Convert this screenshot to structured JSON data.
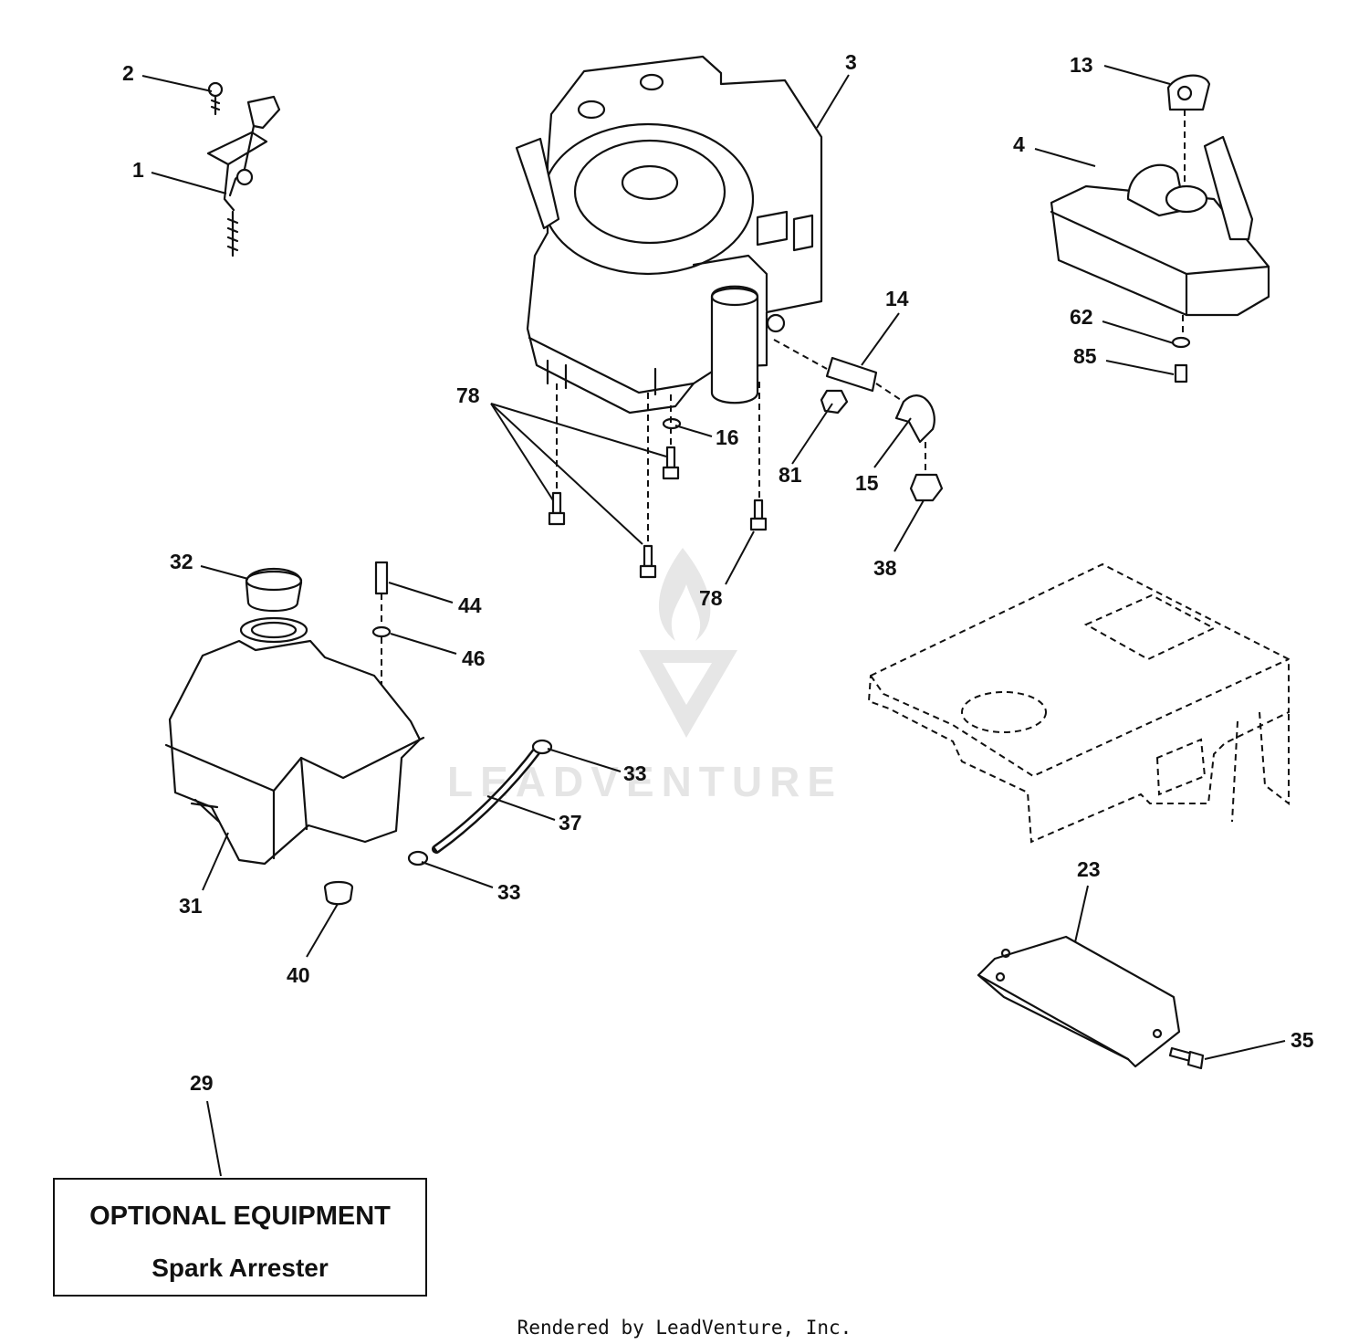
{
  "callouts": [
    "1",
    "2",
    "3",
    "4",
    "13",
    "14",
    "15",
    "16",
    "78",
    "81",
    "38",
    "62",
    "85",
    "32",
    "44",
    "46",
    "33",
    "37",
    "31",
    "40",
    "23",
    "35",
    "29"
  ],
  "watermark": {
    "brand": "LEADVENTURE"
  },
  "optional_box": {
    "title": "OPTIONAL EQUIPMENT",
    "subtitle": "Spark Arrester"
  },
  "footer": "Rendered by LeadVenture, Inc."
}
